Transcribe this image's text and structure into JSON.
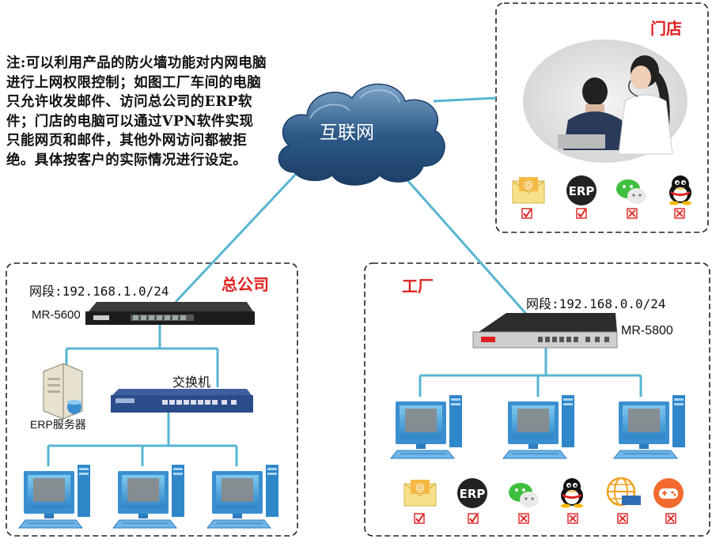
{
  "note": "注:可以利用产品的防火墙功能对内网电脑进行上网权限控制；如图工厂车间的电脑只允许收发邮件、访问总公司的ERP软件；门店的电脑可以通过VPN软件实现只能网页和邮件，其他外网访问都被拒绝。具体按客户的实际情况进行设定。",
  "internet": {
    "label": "互联网"
  },
  "store": {
    "title": "门店",
    "apps": [
      {
        "icon": "mail-icon",
        "allowed": true
      },
      {
        "icon": "erp-icon",
        "text": "ERP",
        "allowed": true
      },
      {
        "icon": "wechat-icon",
        "allowed": false
      },
      {
        "icon": "qq-icon",
        "allowed": false
      }
    ]
  },
  "hq": {
    "title": "总公司",
    "subnet": "网段:192.168.1.0/24",
    "router": "MR-5600",
    "switch": "交换机",
    "server": "ERP服务器"
  },
  "factory": {
    "title": "工厂",
    "subnet": "网段:192.168.0.0/24",
    "router": "MR-5800",
    "apps": [
      {
        "icon": "mail-icon",
        "allowed": true
      },
      {
        "icon": "erp-icon",
        "text": "ERP",
        "allowed": true
      },
      {
        "icon": "wechat-icon",
        "allowed": false
      },
      {
        "icon": "qq-icon",
        "allowed": false
      },
      {
        "icon": "web-icon",
        "allowed": false
      },
      {
        "icon": "game-icon",
        "allowed": false
      }
    ]
  },
  "colors": {
    "link": "#56b5d2",
    "title": "#e02020",
    "allow": "#e02020",
    "deny": "#e02020",
    "cloud": "#2f5f90"
  }
}
